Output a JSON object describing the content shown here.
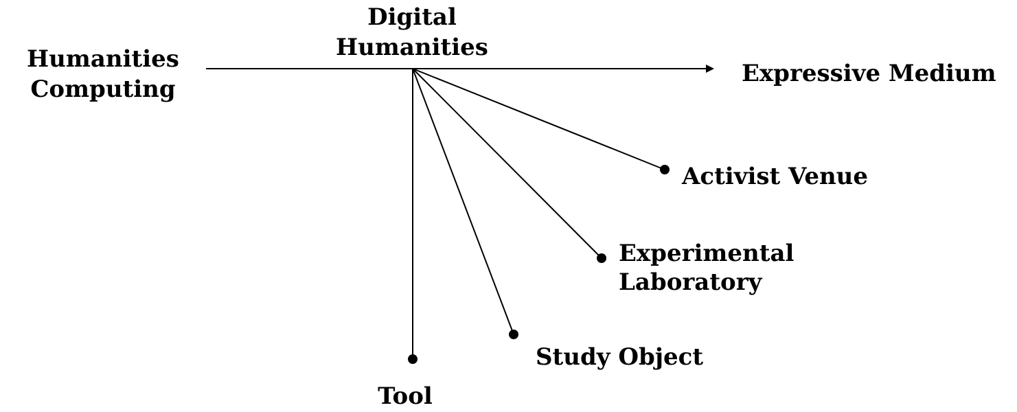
{
  "diagram": {
    "left_label": {
      "line1": "Humanities",
      "line2": "Computing"
    },
    "center_label": {
      "line1": "Digital",
      "line2": "Humanities"
    },
    "right_label": "Expressive Medium",
    "branches": {
      "activist": "Activist Venue",
      "experimental": {
        "line1": "Experimental",
        "line2": "Laboratory"
      },
      "study": "Study Object",
      "tool": "Tool"
    }
  }
}
